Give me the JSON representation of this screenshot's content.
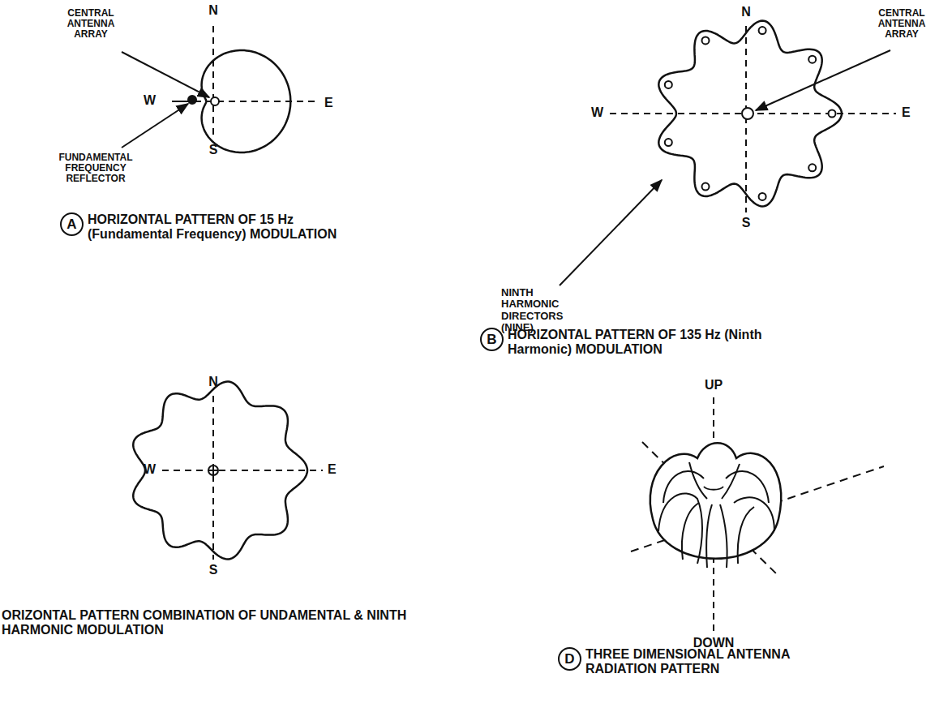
{
  "diagram": {
    "nodes": [
      {
        "text": [
          "A"
        ]
      },
      {
        "text": [
          "B"
        ]
      },
      {
        "text": [
          "D"
        ]
      }
    ],
    "labels": [
      "N",
      "S",
      "E",
      "W",
      "CENTRAL ANTENNA ARRAY",
      "FUNDAMENTAL FREQUENCY REFLECTOR",
      "HORIZONTAL PATTERN OF 15 Hz (Fundamental Frequency) MODULATION",
      "N",
      "S",
      "E",
      "W",
      "CENTRAL ANTENNA ARRAY",
      "NINTH HARMONIC DIRECTORS (NINE)",
      "HORIZONTAL PATTERN OF 135 Hz (Ninth Harmonic) MODULATION",
      "N",
      "S",
      "E",
      "W",
      "ORIZONTAL PATTERN COMBINATION OF UNDAMENTAL & NINTH HARMONIC MODULATION",
      "UP",
      "DOWN",
      "THREE DIMENSIONAL ANTENNA RADIATION PATTERN"
    ]
  }
}
